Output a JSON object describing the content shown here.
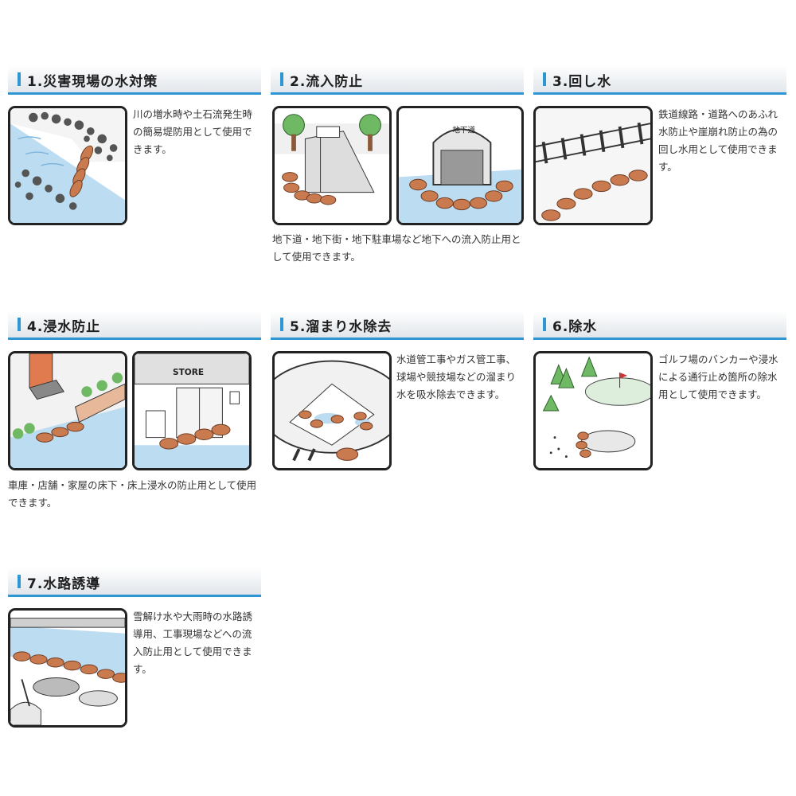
{
  "sections": [
    {
      "title": "1.災害現場の水対策",
      "desc": "川の増水時や土石流発生時の簡易堤防用として使用できます。",
      "icon": "riverbank-illustration"
    },
    {
      "title": "2.流入防止",
      "desc": "地下道・地下街・地下駐車場など地下への流入防止用として使用できます。",
      "sign": "地下道",
      "icon": "underground-entrance-illustration"
    },
    {
      "title": "3.回し水",
      "desc": "鉄道線路・道路へのあふれ水防止や崖崩れ防止の為の回し水用として使用できます。",
      "icon": "railway-illustration"
    },
    {
      "title": "4.浸水防止",
      "desc": "車庫・店舗・家屋の床下・床上浸水の防止用として使用できます。",
      "sign": "STORE",
      "icon": "store-flood-illustration"
    },
    {
      "title": "5.溜まり水除去",
      "desc": "水道管工事やガス管工事、球場や競技場などの溜まり水を吸水除去できます。",
      "icon": "stadium-illustration"
    },
    {
      "title": "6.除水",
      "desc": "ゴルフ場のバンカーや浸水による通行止め箇所の除水用として使用できます。",
      "icon": "golf-bunker-illustration"
    },
    {
      "title": "7.水路誘導",
      "desc": "雪解け水や大雨時の水路誘導用、工事現場などへの流入防止用として使用できます。",
      "icon": "waterway-illustration"
    }
  ],
  "colors": {
    "accent": "#2f96d4",
    "water": "#bcdcf2",
    "sandbag": "#c97a4f",
    "tree": "#6fb864"
  }
}
